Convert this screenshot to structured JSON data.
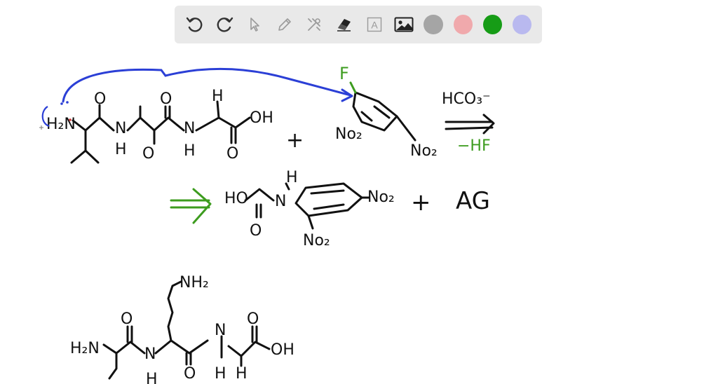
{
  "toolbar": {
    "tools": [
      {
        "name": "undo",
        "icon": "undo-icon"
      },
      {
        "name": "redo",
        "icon": "redo-icon"
      },
      {
        "name": "select",
        "icon": "pointer-icon"
      },
      {
        "name": "pen",
        "icon": "pencil-icon"
      },
      {
        "name": "tools",
        "icon": "tools-icon"
      },
      {
        "name": "eraser",
        "icon": "eraser-icon"
      },
      {
        "name": "text",
        "icon": "text-box-icon"
      },
      {
        "name": "image",
        "icon": "image-icon"
      }
    ],
    "text_tool_glyph": "A",
    "colors": [
      "#a5a5a5",
      "#f0a9ac",
      "#169c16",
      "#b9b9ef"
    ]
  },
  "ink_colors": {
    "black": "#111111",
    "blue": "#2b3fd6",
    "green": "#3d9c1f"
  },
  "canvas": {
    "reactant1": {
      "h2n": "H₂N",
      "o1": "O",
      "nh1_n": "N",
      "nh1_h": "H",
      "o2": "O",
      "o3": "O",
      "nh2_n": "N",
      "nh2_h": "H",
      "h_top": "H",
      "oh": "OH",
      "o4": "O"
    },
    "plus1": "+",
    "reagent": {
      "f": "F",
      "no2_a": "No₂",
      "no2_b": "No₂"
    },
    "conditions": {
      "above": "HCO₃⁻",
      "below": "−HF"
    },
    "product": {
      "ho": "HO",
      "o": "O",
      "nh": "N",
      "h": "H",
      "no2_right": "No₂",
      "no2_bottom": "No₂"
    },
    "plus2": "+",
    "ag": "AG",
    "tripeptide": {
      "nh2_top": "NH₂",
      "h2n": "H₂N",
      "o1": "O",
      "n1": "N",
      "h1": "H",
      "o2": "O",
      "n2": "N",
      "h2": "H",
      "h3": "H",
      "o3": "O",
      "oh": "OH"
    }
  }
}
